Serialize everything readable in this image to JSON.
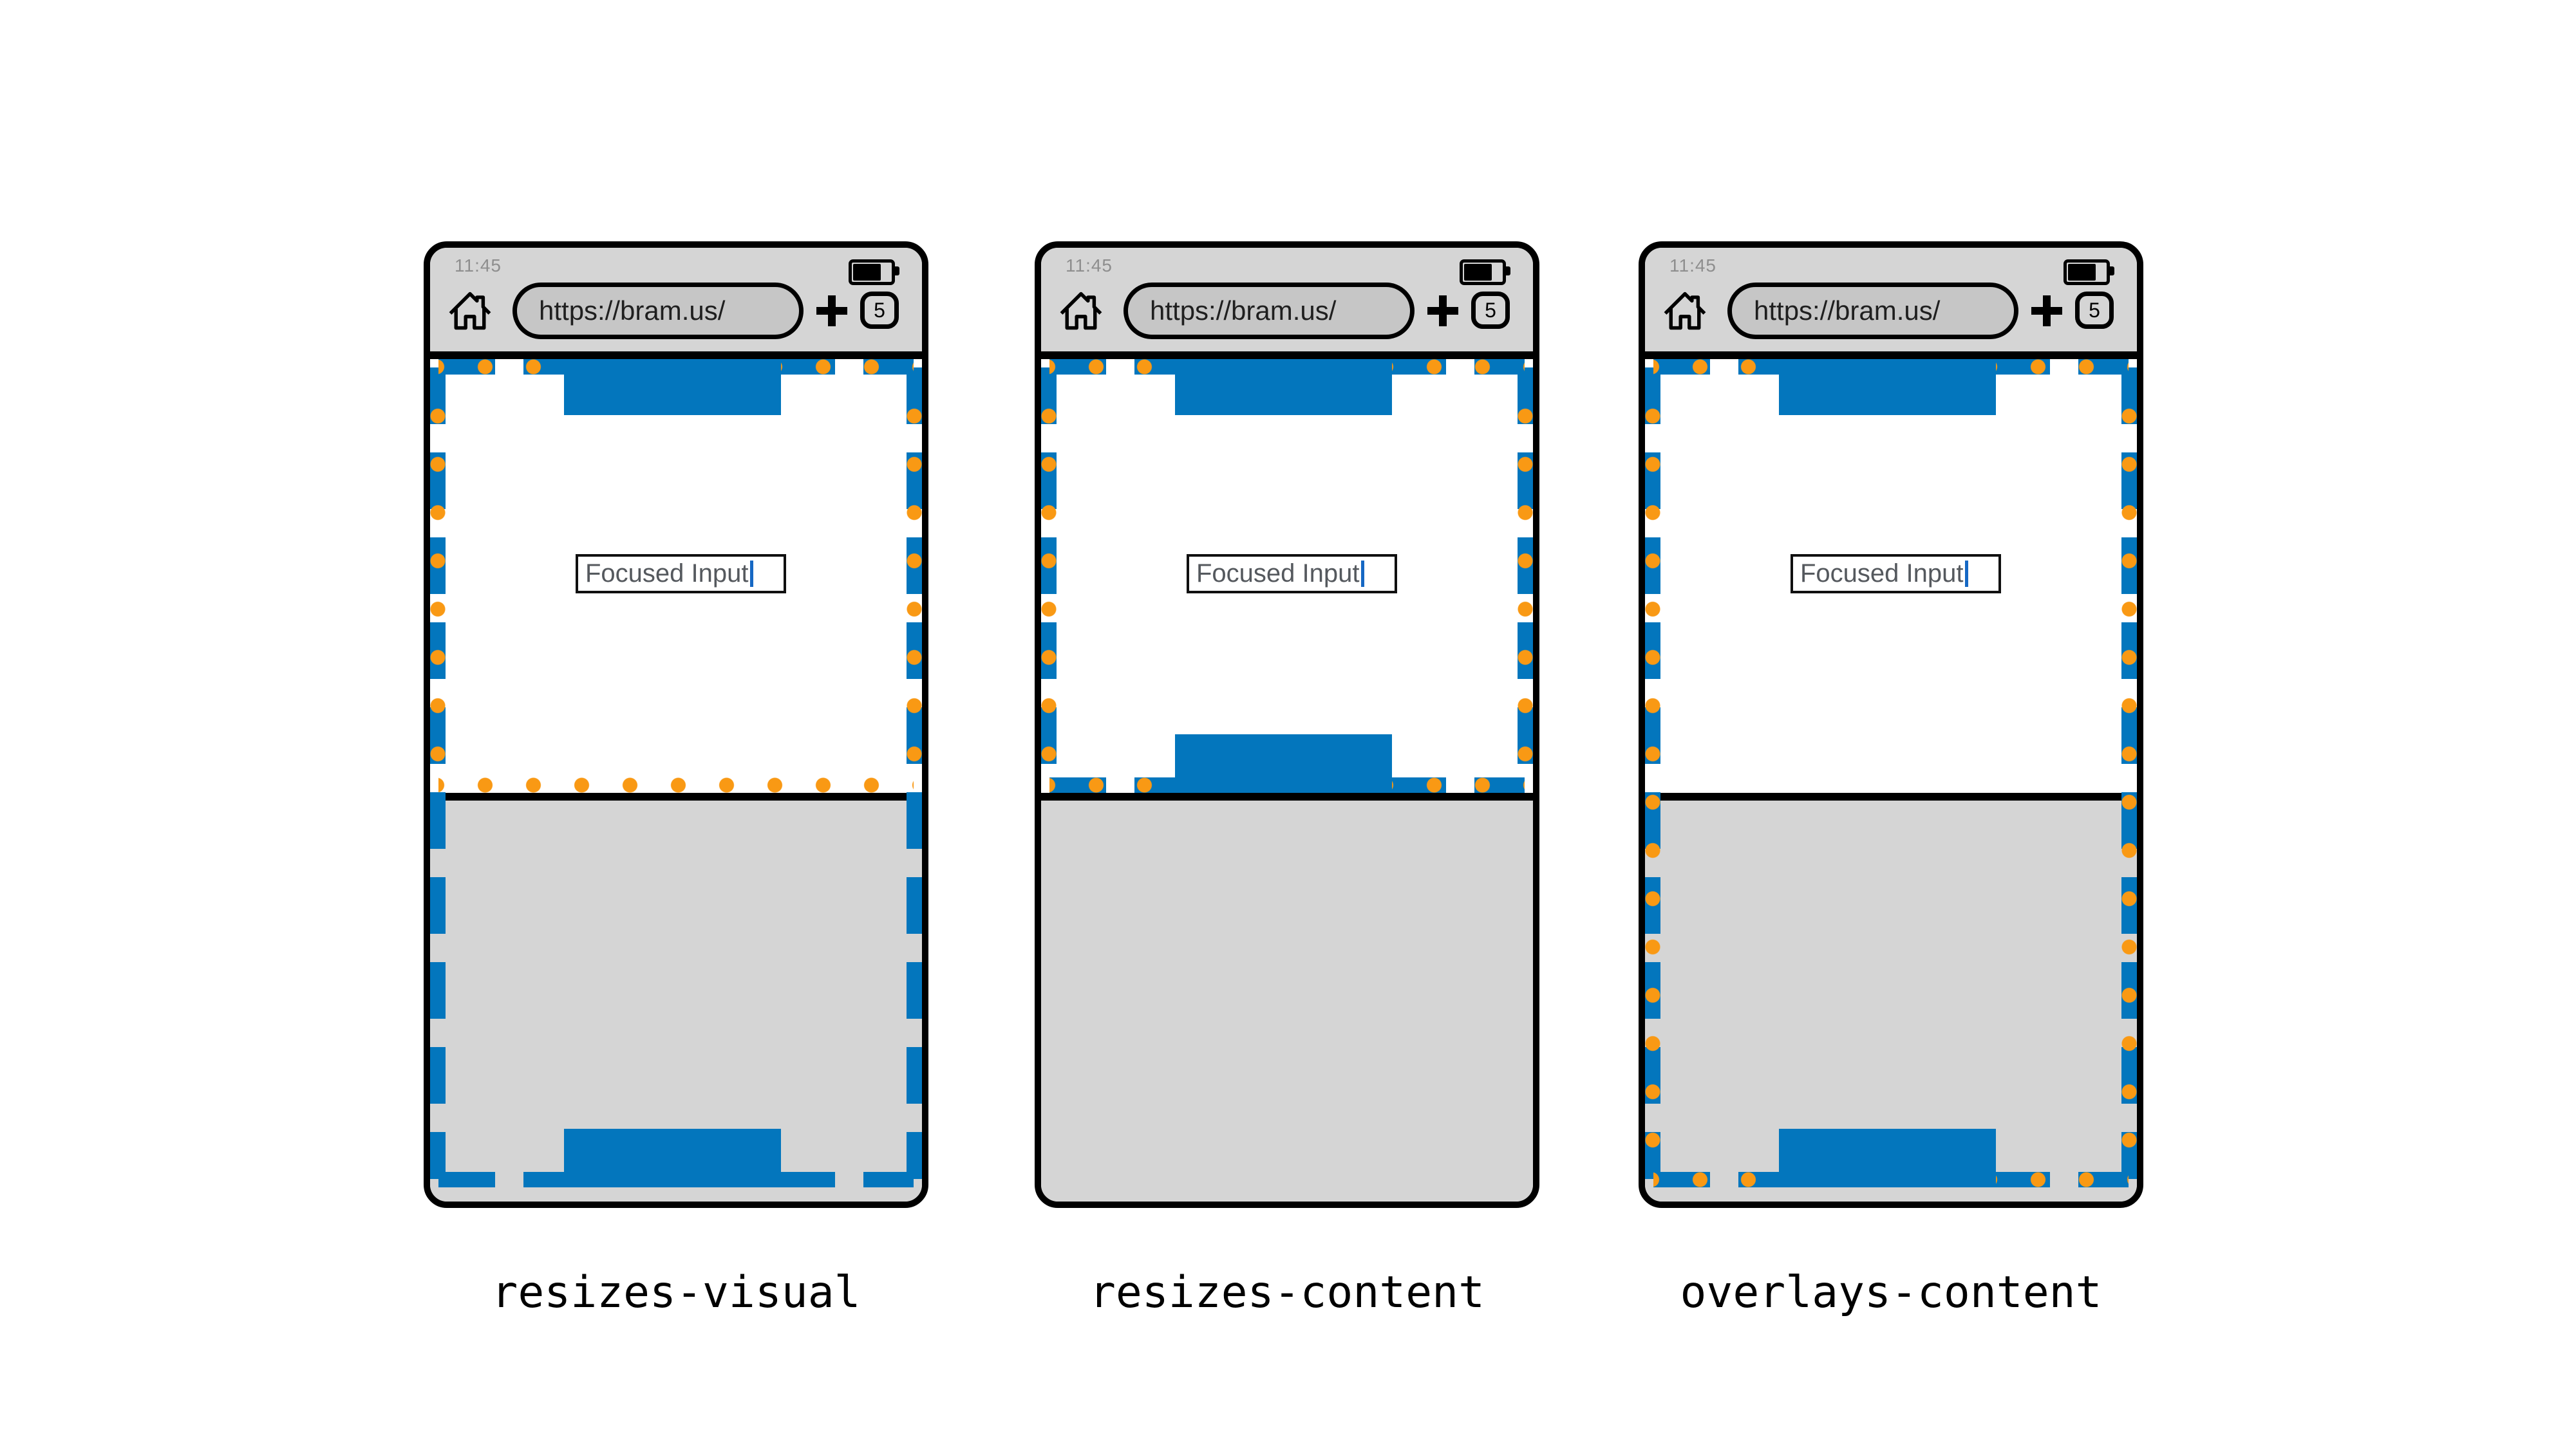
{
  "colors": {
    "blue": "#0376BD",
    "orange": "#F99914",
    "chrome": "#D5D5D5",
    "pill": "#C6C6C6",
    "timecol": "#8E8E8E",
    "urlcol": "#1F1F1F",
    "inputcol": "#55595E",
    "caret": "#1668C4"
  },
  "browser": {
    "time": "11:45",
    "url": "https://bram.us/",
    "tab_count": "5"
  },
  "page": {
    "input_value": "Focused Input"
  },
  "icons": {
    "home": "home-icon",
    "plus": "new-tab-plus-icon",
    "battery": "battery-icon"
  },
  "phones": [
    {
      "label": "resizes-visual",
      "layout_viewport": "full-height-behind-keyboard",
      "visual_viewport": "resized-above-keyboard"
    },
    {
      "label": "resizes-content",
      "layout_viewport": "resized-above-keyboard",
      "visual_viewport": "resized-above-keyboard"
    },
    {
      "label": "overlays-content",
      "layout_viewport": "full-height-behind-keyboard",
      "visual_viewport": "full-height-behind-keyboard"
    }
  ]
}
